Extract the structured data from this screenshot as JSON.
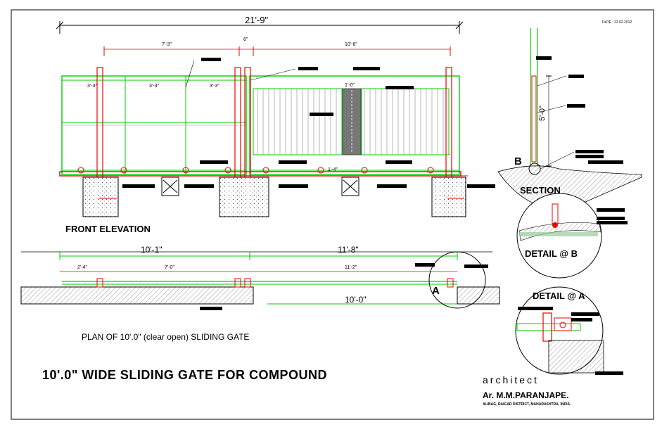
{
  "sheet": {
    "date": "DATE : 22.02.2012",
    "title": "10'.0\" WIDE SLIDING GATE FOR COMPOUND",
    "architect_label": "architect",
    "architect_name": "Ar. M.M.PARANJAPE.",
    "address": "ALIBAG, RAIGAD DISTRICT, MAHARASHTRA, INDIA."
  },
  "views": {
    "front_elevation": "FRONT ELEVATION",
    "plan": "PLAN OF 10'.0\" (clear open) SLIDING GATE",
    "section": "SECTION",
    "detail_b": "DETAIL @ B",
    "detail_a": "DETAIL @ A",
    "marker_a": "A",
    "marker_b": "B"
  },
  "dimensions": {
    "overall": "21'-9\"",
    "left_part": "7'-3\"",
    "gap": "6\"",
    "right_part": "10'-6\"",
    "panel_1": "3'-3\"",
    "panel_2": "3'-3\"",
    "panel_3": "3'-3\"",
    "post_gap": "1'-0\"",
    "rail": "1'-4\"",
    "plan_left": "10'-1\"",
    "plan_right": "11'-8\"",
    "plan_sub_1": "2'-4\"",
    "plan_sub_2": "7'-0\"",
    "plan_sub_3": "11'-2\"",
    "plan_clear": "10'-0\"",
    "section_height": "5'-0\""
  }
}
